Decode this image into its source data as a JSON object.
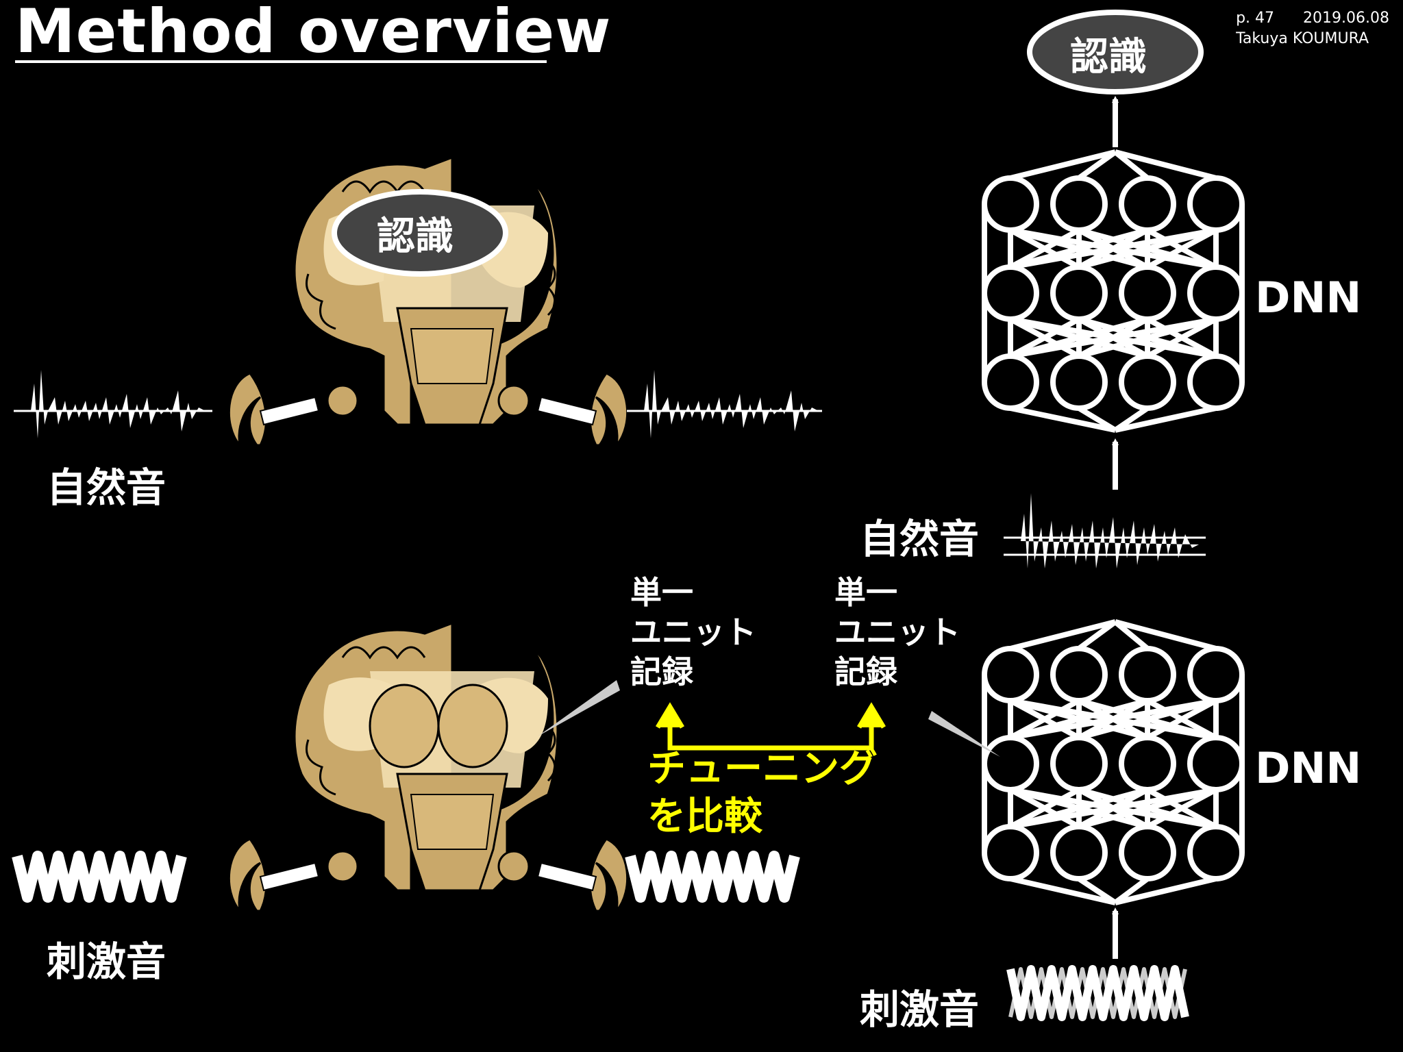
{
  "slide": {
    "title": "Method overview",
    "page": "p. 47",
    "date": "2019.06.08",
    "author": "Takuya KOUMURA"
  },
  "labels": {
    "recognition": "認識",
    "natural_sound": "自然音",
    "stimulus_sound": "刺激音",
    "single_unit_line1": "単一",
    "single_unit_line2": "ユニット",
    "single_unit_line3": "記録",
    "dnn": "DNN",
    "compare_line1": "チューニング",
    "compare_line2": "を比較"
  },
  "colors": {
    "background": "#000000",
    "text": "#ffffff",
    "highlight": "#ffff00",
    "brain_tissue": "#c9a86a",
    "brain_light": "#f2deb0"
  }
}
